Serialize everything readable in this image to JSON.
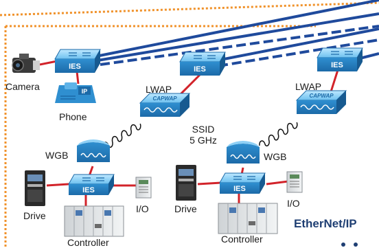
{
  "labels": {
    "camera": "Camera",
    "phone": "Phone",
    "lwap_left": "LWAP",
    "lwap_right": "LWAP",
    "ssid_line1": "SSID",
    "ssid_line2": "5 GHz",
    "wgb_left": "WGB",
    "wgb_right": "WGB",
    "drive_left": "Drive",
    "drive_right": "Drive",
    "io_left": "I/O",
    "io_right": "I/O",
    "controller_left": "Controller",
    "controller_right": "Controller",
    "ies": "IES",
    "capwap": "CAPWAP",
    "phone_badge": "IP",
    "brand": "EtherNet/IP"
  },
  "colors": {
    "boundary_dotted": "#f0922b",
    "uplink_blue": "#1f4a9c",
    "device_red": "#d2232a",
    "switch_blue": "#2f8fd0",
    "switch_light": "#8fd0f5",
    "brand_text": "#1f3f73"
  }
}
